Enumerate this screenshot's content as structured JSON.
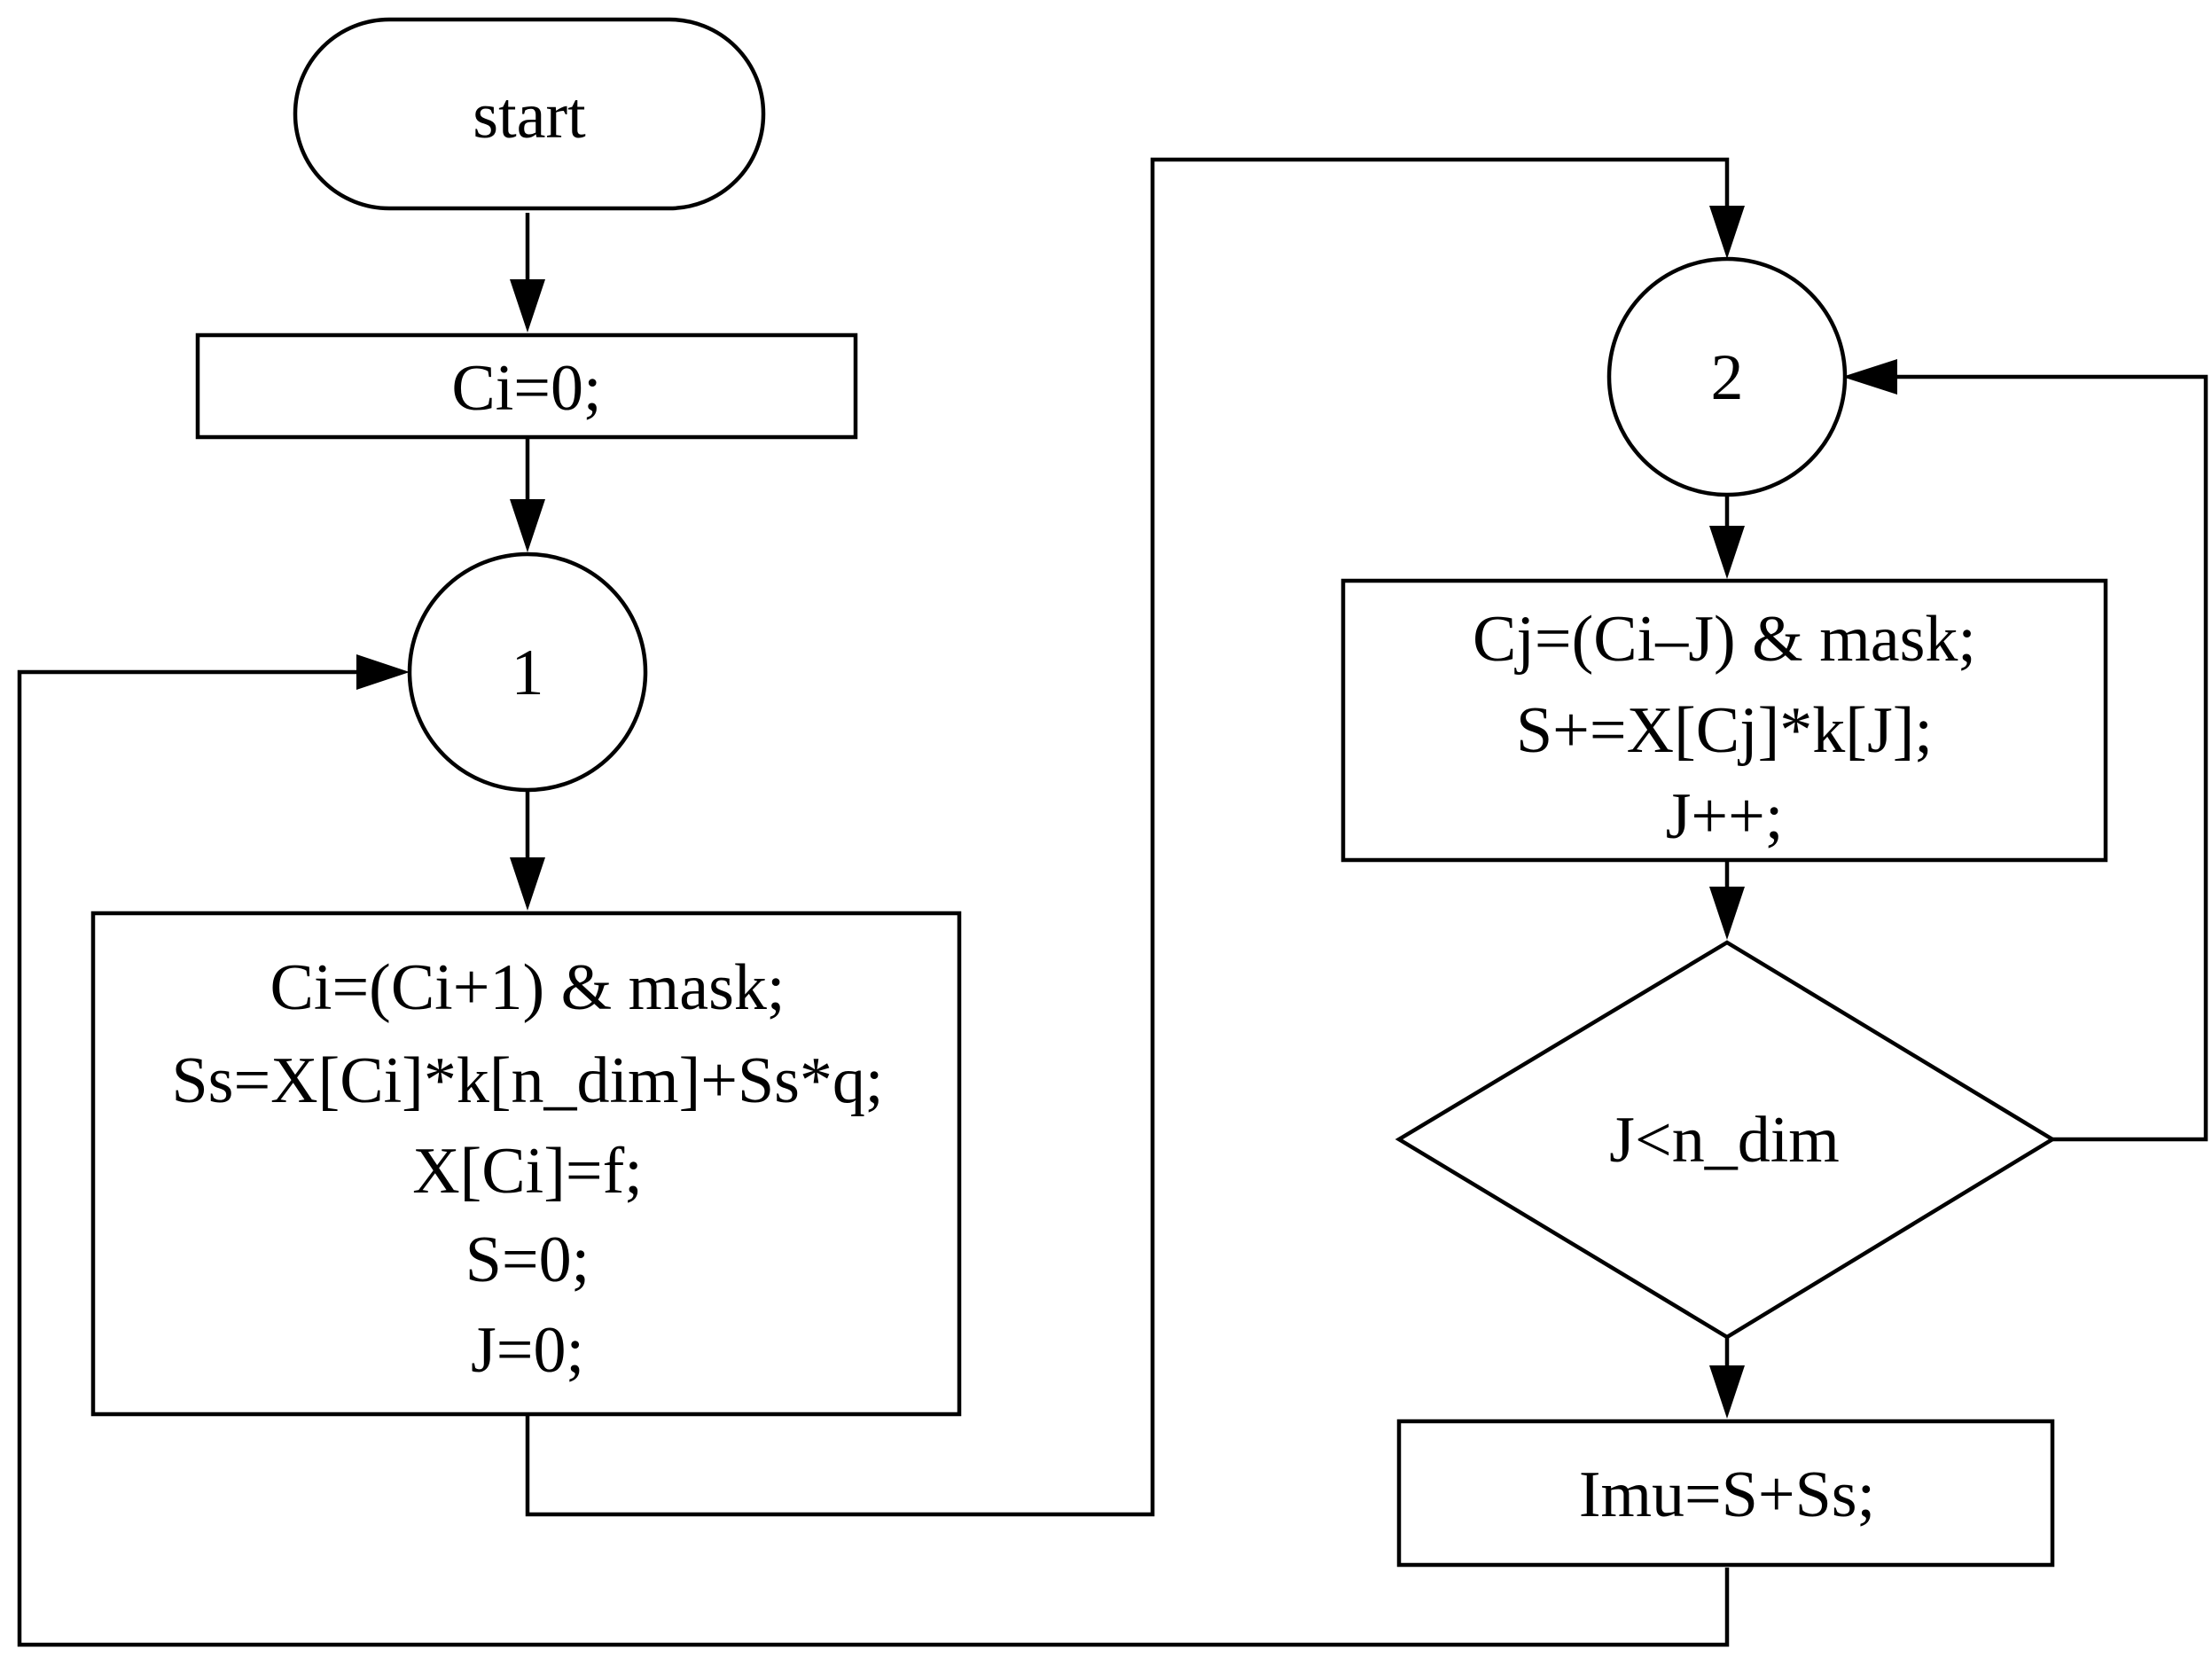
{
  "nodes": {
    "start": {
      "label": "start"
    },
    "init_ci": {
      "label": "Ci=0;"
    },
    "connector_1": {
      "label": "1"
    },
    "block_1": {
      "lines": [
        "Ci=(Ci+1) & mask;",
        "Ss=X[Ci]*k[n_dim]+Ss*q;",
        "X[Ci]=f;",
        "S=0;",
        "J=0;"
      ]
    },
    "connector_2": {
      "label": "2"
    },
    "block_2": {
      "lines": [
        "Cj=(Ci–J) & mask;",
        "S+=X[Cj]*k[J];",
        "J++;"
      ]
    },
    "decision": {
      "label": "J<n_dim"
    },
    "output": {
      "label": "Imu=S+Ss;"
    }
  }
}
